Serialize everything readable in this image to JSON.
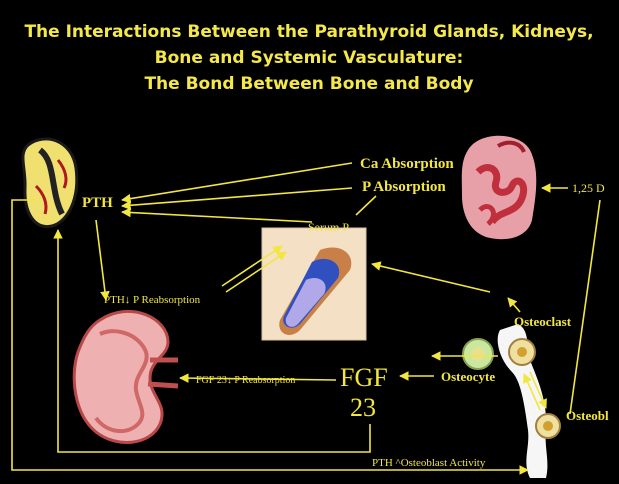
{
  "title": {
    "line1": "The Interactions Between the Parathyroid Glands, Kidneys,",
    "line2": "Bone and Systemic Vasculature:",
    "line3": "The Bond Between Bone and Body"
  },
  "labels": {
    "pth": "PTH",
    "ca_absorption": "Ca Absorption",
    "p_absorption": "P  Absorption",
    "vit_d": "1,25 D",
    "serum_p": "Serum P",
    "pth_reabsorption": "PTH↓  P Reabsorption",
    "osteoclast": "Osteoclast",
    "osteocyte": "Osteocyte",
    "osteoblast": "Osteobl",
    "fgf_line1": "FGF",
    "fgf_line2": "23",
    "fgf_reabsorption": "FGF 23↓  P Reabsorption",
    "pth_osteoblast": "PTH ^Osteoblast Activity"
  },
  "colors": {
    "background": "#000000",
    "text": "#f2e640",
    "arrow": "#f2e640",
    "kidney": "#e8a0a0",
    "gland": "#f0e070",
    "intestine": "#c0303c"
  },
  "icons": [
    "parathyroid-gland-icon",
    "intestine-icon",
    "kidney-icon",
    "blood-vessel-icon",
    "bone-cells-icon"
  ]
}
